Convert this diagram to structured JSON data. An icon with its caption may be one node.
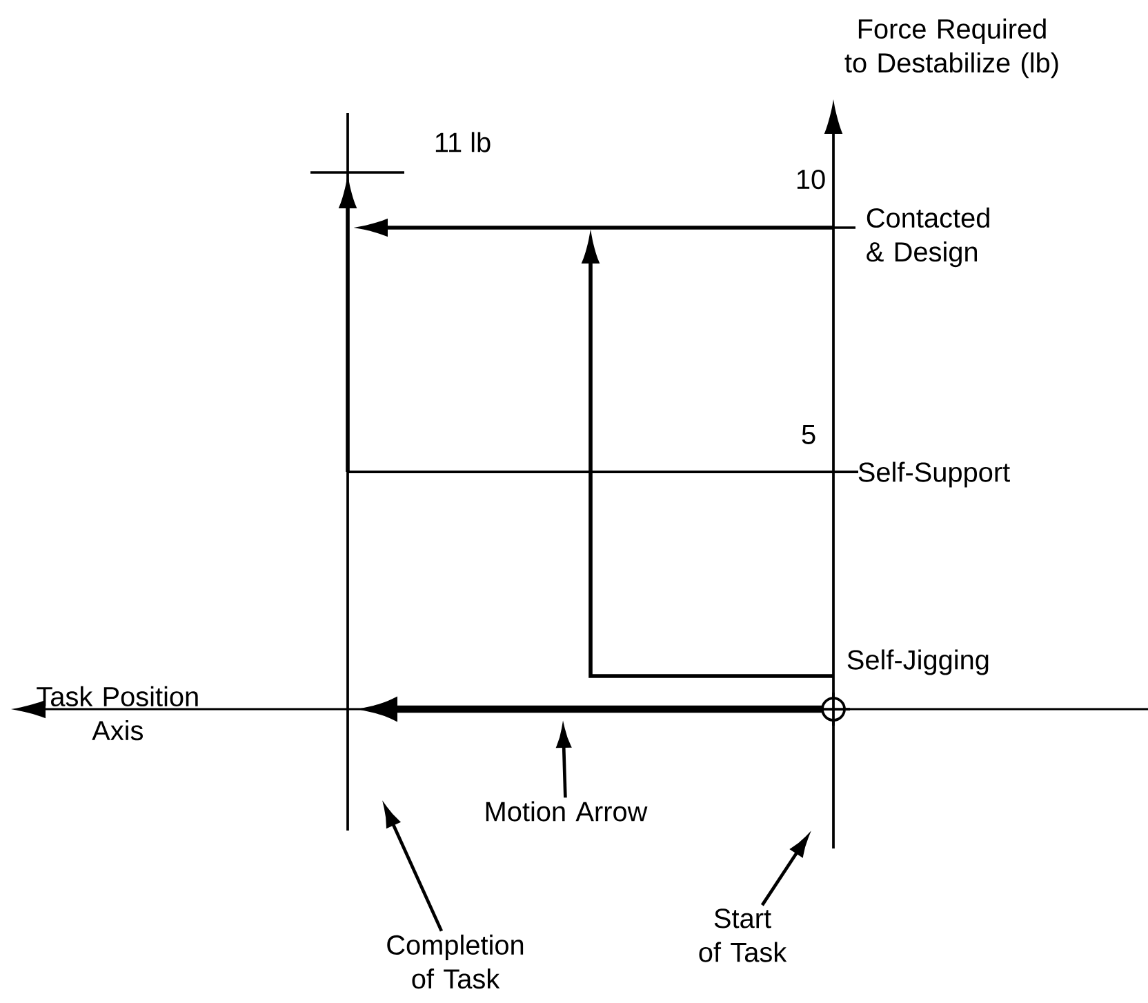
{
  "diagram": {
    "nodes": [
      {
        "text": [
          "Motion Arrow"
        ]
      },
      {
        "text": [
          "Completion of Task"
        ]
      },
      {
        "text": [
          "Start of Task"
        ]
      }
    ],
    "edges": [
      {
        "from": 0,
        "to": null,
        "arrow": "to"
      },
      {
        "from": 1,
        "to": null,
        "arrow": "to"
      },
      {
        "from": 2,
        "to": null,
        "arrow": "to"
      }
    ],
    "labels": [
      "Force Required to Destabilize (lb)",
      "11 lb",
      "10",
      "Contacted & Design",
      "5",
      "Self-Support",
      "Self-Jigging",
      "Task Position Axis"
    ]
  }
}
